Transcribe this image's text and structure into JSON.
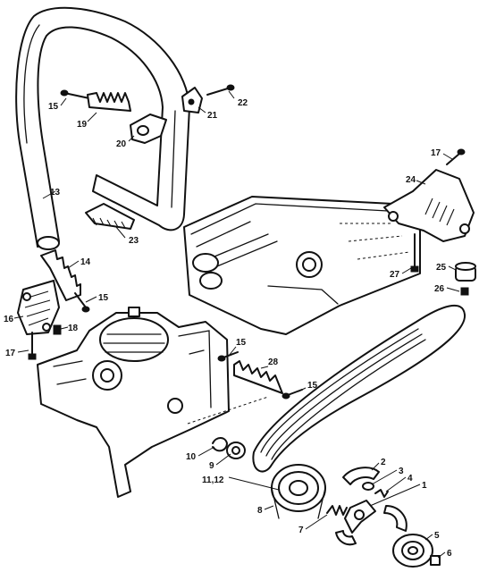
{
  "callouts": {
    "n1": "1",
    "n2": "2",
    "n3": "3",
    "n4": "4",
    "n5": "5",
    "n6": "6",
    "n7": "7",
    "n8": "8",
    "n9": "9",
    "n10": "10",
    "n11_12": "11,12",
    "n13": "13",
    "n14": "14",
    "n15a": "15",
    "n15b": "15",
    "n15c": "15",
    "n15d": "15",
    "n16": "16",
    "n17a": "17",
    "n17b": "17",
    "n18": "18",
    "n19": "19",
    "n20": "20",
    "n21": "21",
    "n22": "22",
    "n23": "23",
    "n24": "24",
    "n25": "25",
    "n26": "26",
    "n27": "27",
    "n28": "28"
  },
  "colors": {
    "ink": "#111111",
    "paper": "#ffffff"
  }
}
